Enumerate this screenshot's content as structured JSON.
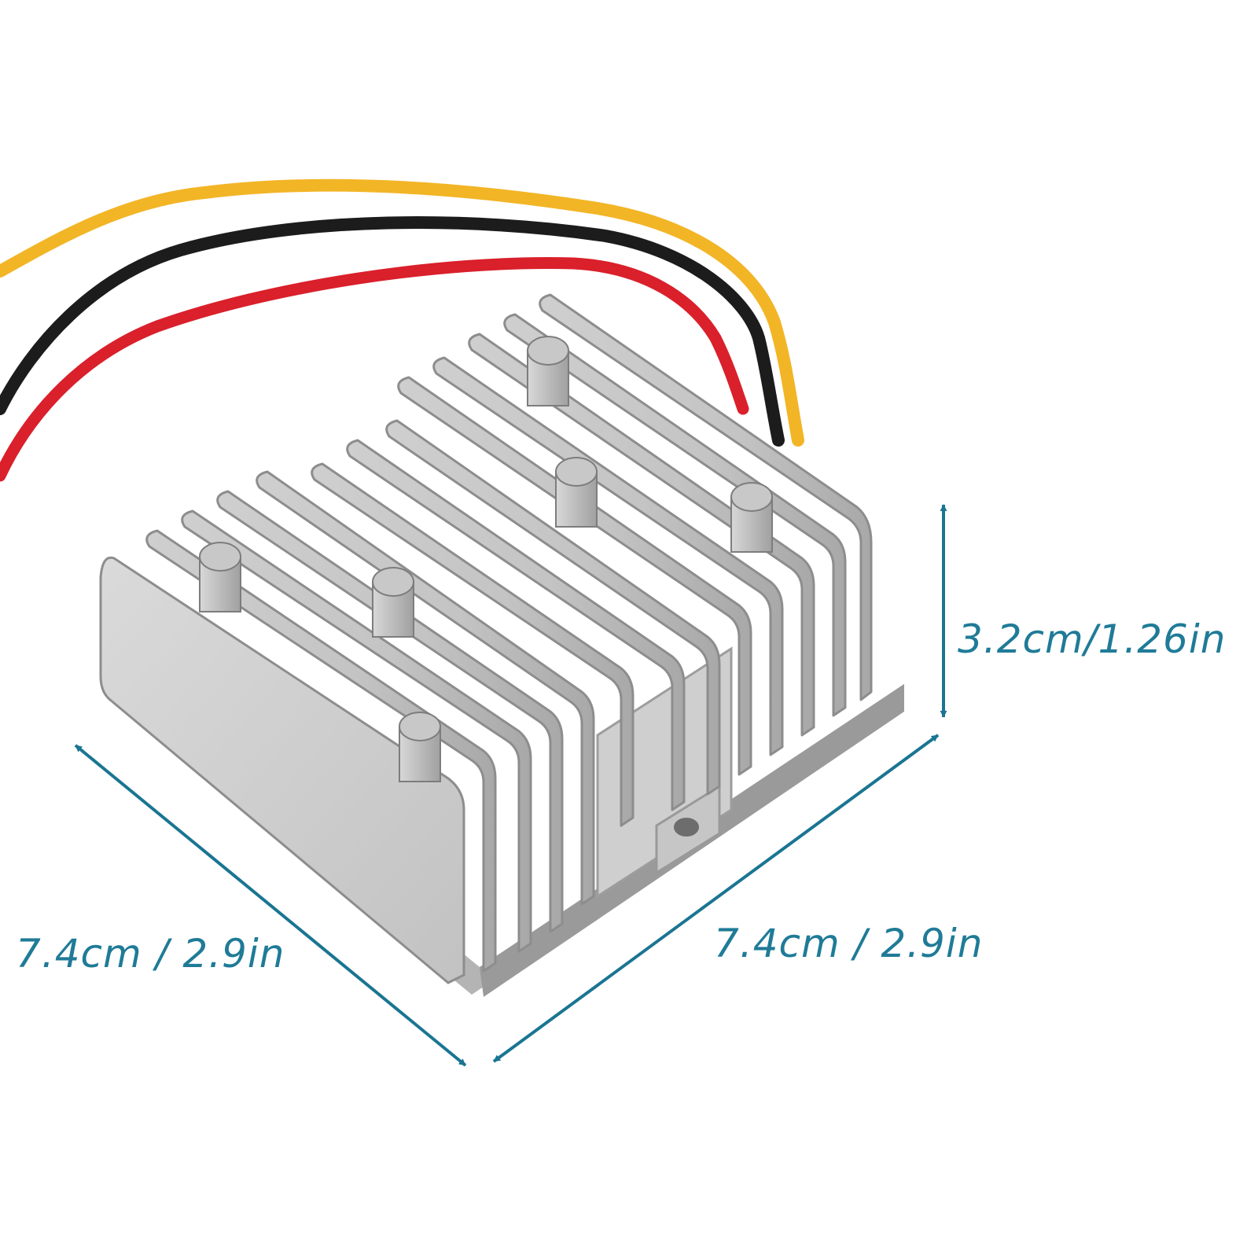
{
  "dimensions": {
    "height": "3.2cm/1.26in",
    "depth": "7.4cm / 2.9in",
    "width": "7.4cm / 2.9in"
  },
  "colors": {
    "dimension_line": "#1a7592",
    "dimension_text": "#1f7b97",
    "wire_yellow": "#f2b526",
    "wire_black": "#1c1c1c",
    "wire_red": "#d9202b",
    "heatsink_light": "#d2d2d2",
    "heatsink_mid": "#bcbcbc",
    "heatsink_dark": "#8f8f8f"
  }
}
